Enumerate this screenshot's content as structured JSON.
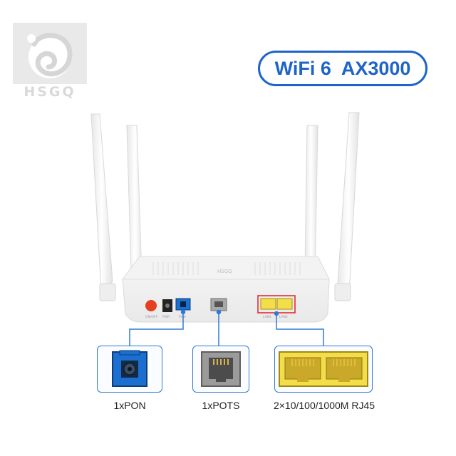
{
  "brand": {
    "logo_text": "HSGQ"
  },
  "badge": {
    "text": "WiFi 6  AX3000"
  },
  "router": {
    "port_labels": [
      "ON/OFF",
      "PWR",
      "PON",
      "LAN1",
      "LAN2"
    ],
    "status_led_text": "HSGQ"
  },
  "callouts": [
    {
      "label": "1xPON",
      "icon": "pon-sc-port-icon",
      "color": "#1a6fd0"
    },
    {
      "label": "1xPOTS",
      "icon": "rj11-phone-port-icon",
      "color": "#8e8e8e"
    },
    {
      "label": "2×10/100/1000M RJ45",
      "icon": "rj45-ethernet-port-icon",
      "color": "#f3de4a"
    }
  ],
  "colors": {
    "accent": "#1f64c8",
    "leader_line": "#2f7ad6",
    "power_button": "#e2401e"
  }
}
